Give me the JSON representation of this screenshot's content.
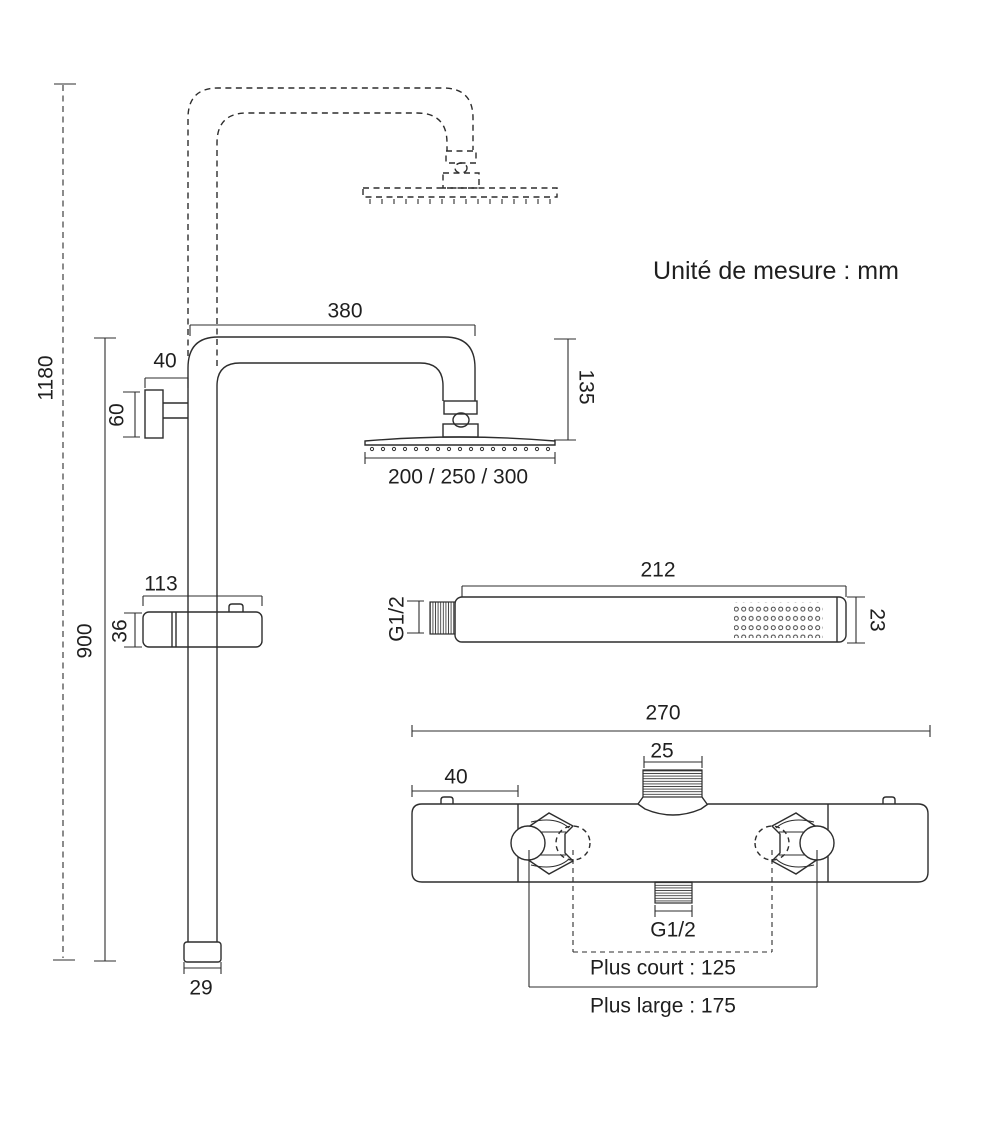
{
  "title_note": "Unité de mesure : mm",
  "column_view": {
    "total_height": "1180",
    "rail_height": "900",
    "arm_length": "380",
    "bracket_offset": "40",
    "bracket_height": "60",
    "head_drop": "135",
    "head_sizes": "200 / 250 / 300",
    "slider_width": "113",
    "slider_height": "36",
    "pipe_end_width": "29"
  },
  "hand_shower": {
    "length": "212",
    "diameter": "23",
    "thread": "G1/2"
  },
  "mixer": {
    "width": "270",
    "inlet_width": "25",
    "edge_offset": "40",
    "outlet_thread": "G1/2",
    "centers_short": "Plus court : 125",
    "centers_wide": "Plus large : 175"
  }
}
